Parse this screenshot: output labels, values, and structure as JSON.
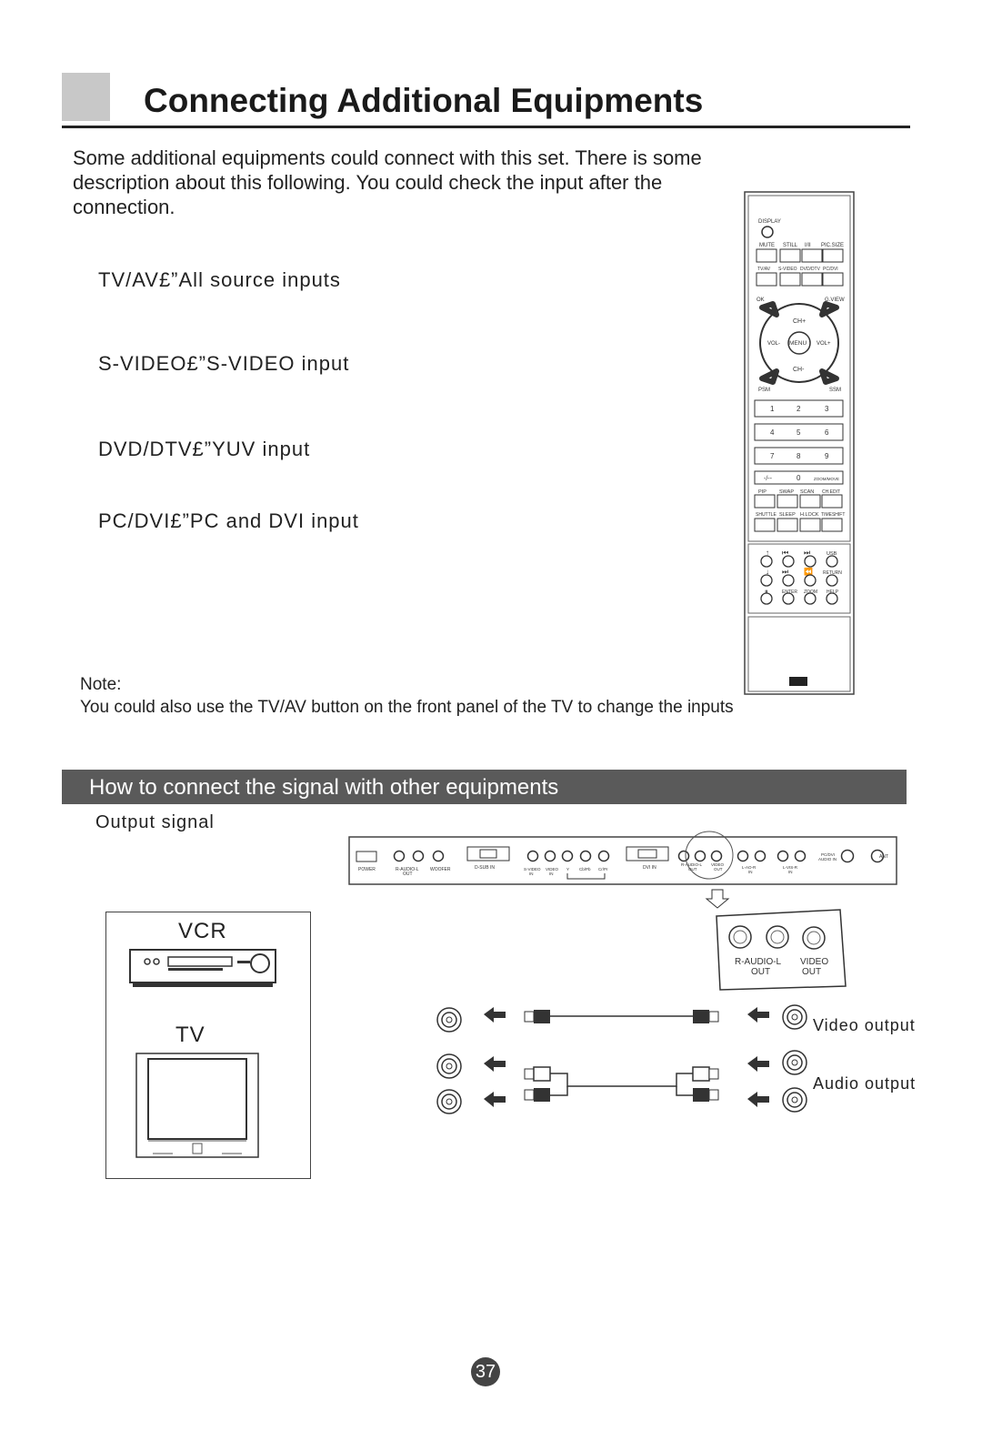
{
  "header": {
    "title": "Connecting Additional Equipments"
  },
  "intro": "Some additional equipments could connect with this set. There is some description about this following. You could check the input after the connection.",
  "sources": [
    "TV/AV£”All source inputs",
    "S-VIDEO£”S-VIDEO input",
    "DVD/DTV£”YUV input",
    "PC/DVI£”PC and DVI input"
  ],
  "note": {
    "heading": "Note:",
    "text": "You could also use the TV/AV button on the front panel of the TV to change the inputs"
  },
  "remote": {
    "display": "DISPLAY",
    "row1": [
      "MUTE",
      "STILL",
      "I/II",
      "PIC.SIZE"
    ],
    "row2": [
      "TV/AV",
      "S-VIDEO",
      "DVD/DTV",
      "PC/DVI"
    ],
    "ok": "OK",
    "gview": "G.VIEW",
    "ch_up": "CH+",
    "ch_down": "CH-",
    "vol_down": "VOL-",
    "vol_up": "VOL+",
    "menu": "MENU",
    "psm": "PSM",
    "ssm": "SSM",
    "digits": [
      "1",
      "2",
      "3",
      "4",
      "5",
      "6",
      "7",
      "8",
      "9"
    ],
    "dash": "-/--",
    "zero": "0",
    "zoom_move": "ZOOM/MOVE",
    "row_pip": [
      "PIP",
      "SWAP",
      "SCAN",
      "CH.EDIT"
    ],
    "row_shuttle": [
      "SHUTTLE",
      "SLEEP",
      "H.LOCK",
      "TIMESHIFT"
    ],
    "usb": "USB",
    "return": "RETURN",
    "enter": "ENTER",
    "zoom": "ZOOM",
    "help": "HELP"
  },
  "section": {
    "title": "How to connect the signal with other equipments"
  },
  "output_signal": "Output signal",
  "panel": {
    "labels": [
      "POWER",
      "R-AUDIO-L",
      "OUT",
      "WOOFER",
      "D-SUB IN",
      "S-VIDEO",
      "IN",
      "VIDEO",
      "IN",
      "Y",
      "Cb/Pb",
      "Cr/Pr",
      "DVI IN",
      "R-AUDIO-L",
      "OUT",
      "VIDEO",
      "OUT",
      "L-AO-R",
      "IN",
      "L-VIS-R",
      "IN",
      "PC/DVI",
      "AUDIO IN",
      "ANT"
    ]
  },
  "zoom_detail": {
    "audio_label": "R-AUDIO-L",
    "video_label": "VIDEO",
    "out1": "OUT",
    "out2": "OUT"
  },
  "devices": {
    "vcr": "VCR",
    "tv": "TV"
  },
  "outputs": {
    "video": "Video output",
    "audio": "Audio output"
  },
  "page_number": "37"
}
